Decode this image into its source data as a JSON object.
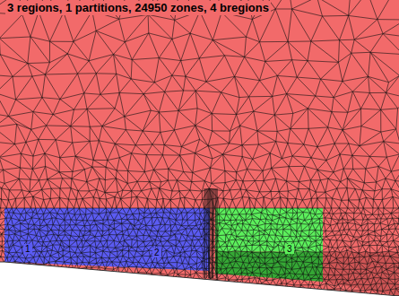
{
  "diagram": {
    "title": "3 regions, 1 partitions, 24950 zones, 4 bregions",
    "labels": [
      "1",
      "2",
      "3"
    ]
  }
}
